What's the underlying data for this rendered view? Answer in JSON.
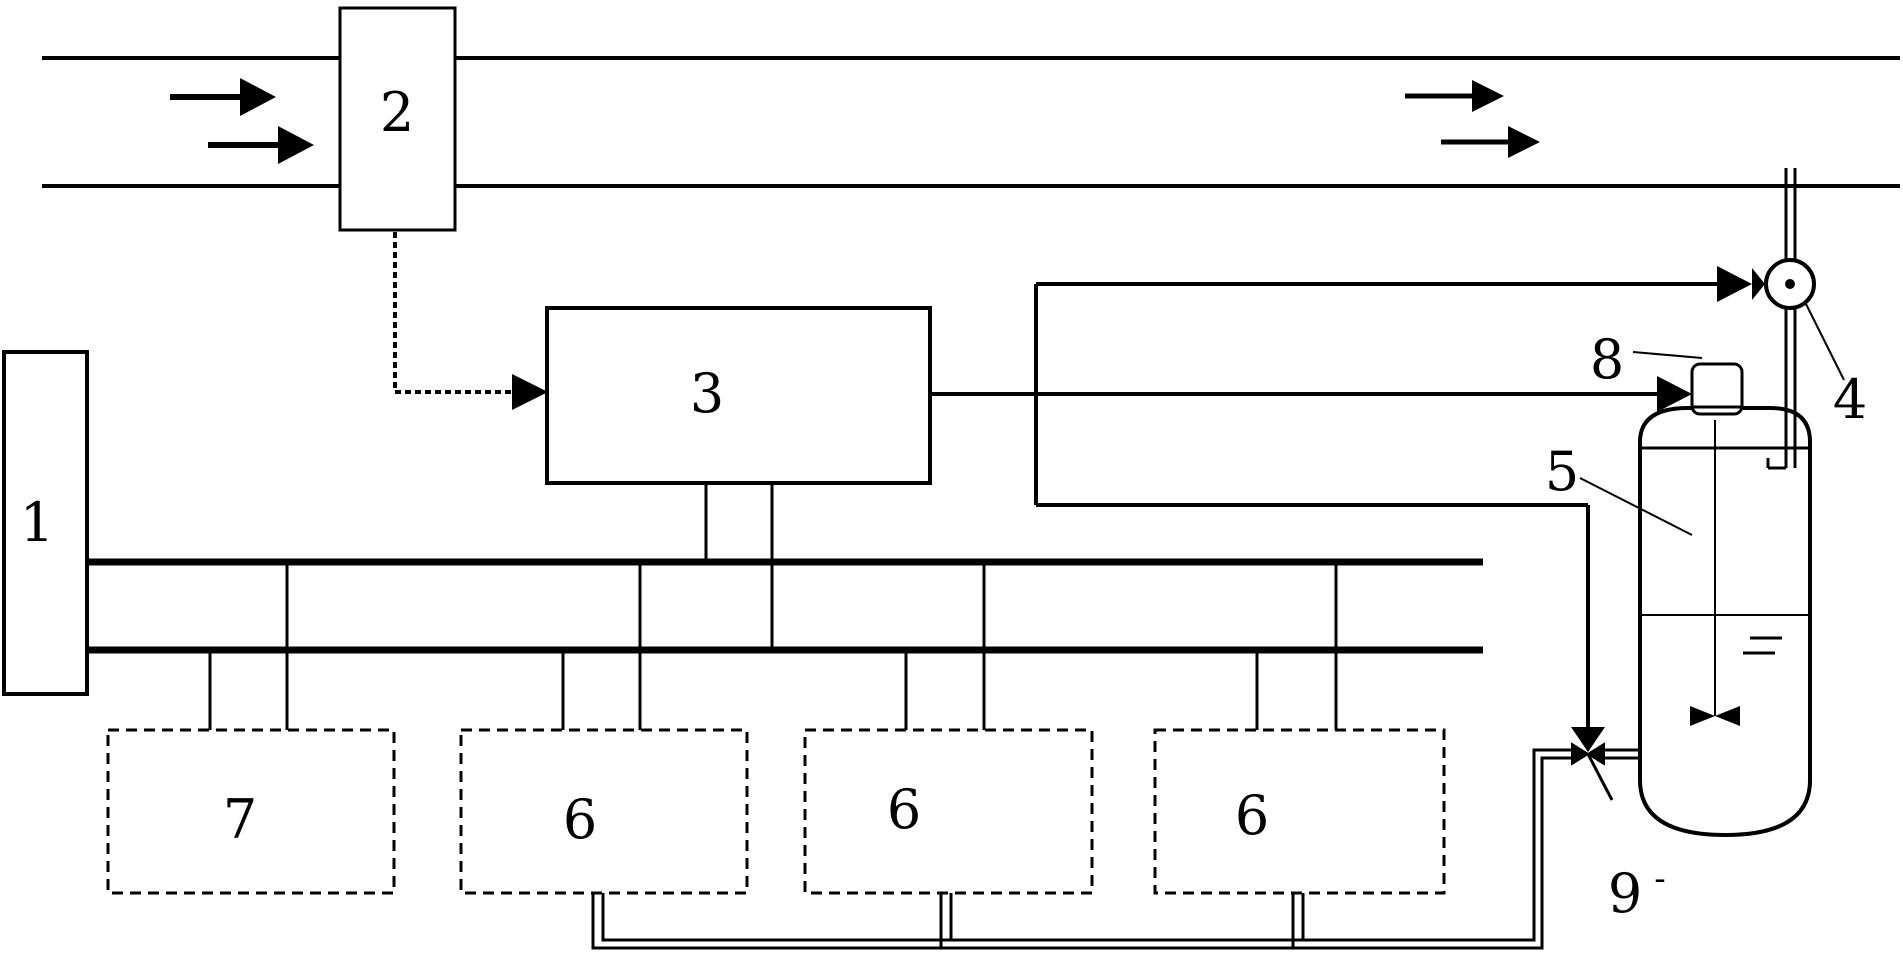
{
  "diagram": {
    "labels": {
      "n1": "1",
      "n2": "2",
      "n3": "3",
      "n4": "4",
      "n5": "5",
      "n6a": "6",
      "n6b": "6",
      "n6c": "6",
      "n7": "7",
      "n8": "8",
      "n9": "9",
      "n9_tick": "-"
    },
    "colors": {
      "ink": "#000000",
      "background": "#ffffff"
    }
  }
}
